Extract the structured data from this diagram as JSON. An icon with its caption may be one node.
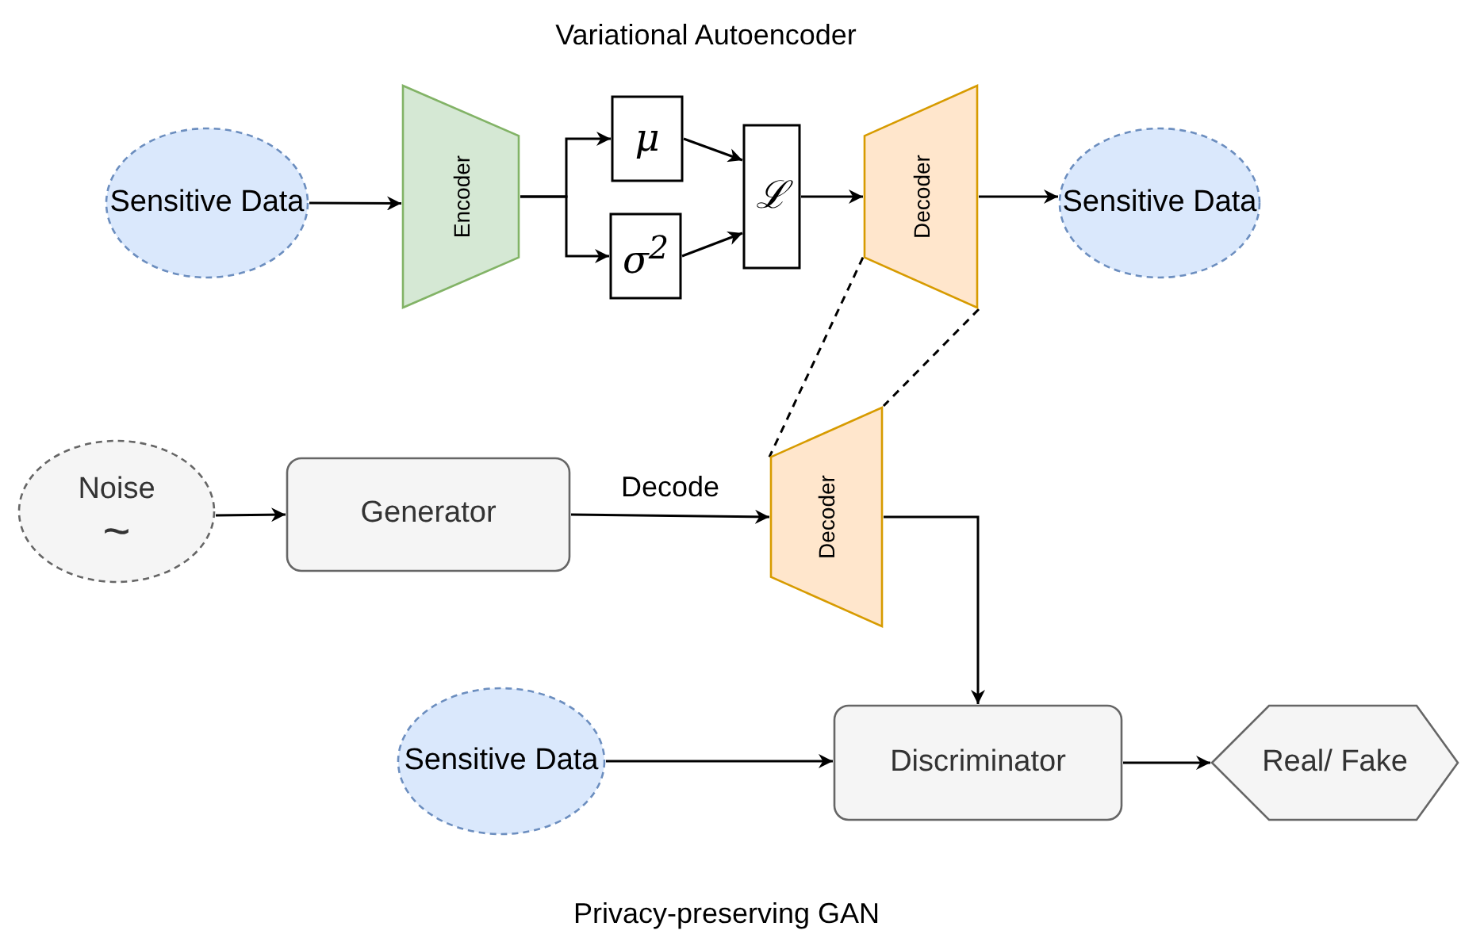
{
  "diagram": {
    "title": "Variational Autoencoder",
    "caption": "Privacy-preserving GAN",
    "nodes": [
      {
        "text": [
          "Sensitive Data"
        ]
      },
      {
        "text": [
          "Encoder"
        ]
      },
      {
        "text": [
          "μ"
        ]
      },
      {
        "text": [
          "σ$^{2}$"
        ]
      },
      {
        "text": [
          "ℒ"
        ]
      },
      {
        "text": [
          "Decoder"
        ]
      },
      {
        "text": [
          "Sensitive Data"
        ]
      },
      {
        "text": [
          "Noise",
          "~"
        ]
      },
      {
        "text": [
          "Generator"
        ]
      },
      {
        "text": [
          "Decoder"
        ]
      },
      {
        "text": [
          "Sensitive Data"
        ]
      },
      {
        "text": [
          "Discriminator"
        ]
      },
      {
        "text": [
          "Real/ Fake"
        ]
      }
    ],
    "edges": [
      {
        "from": 0,
        "to": 1,
        "arrow": "to"
      },
      {
        "from": 1,
        "to": 2,
        "arrow": "to"
      },
      {
        "from": 1,
        "to": 3,
        "arrow": "to"
      },
      {
        "from": 2,
        "to": 4,
        "arrow": "to"
      },
      {
        "from": 3,
        "to": 4,
        "arrow": "to"
      },
      {
        "from": 4,
        "to": 5,
        "arrow": "to"
      },
      {
        "from": 5,
        "to": 6,
        "arrow": "to"
      },
      {
        "from": 5,
        "to": 9,
        "arrow": "none",
        "style": "dashed"
      },
      {
        "from": 5,
        "to": 9,
        "arrow": "none",
        "style": "dashed"
      },
      {
        "from": 7,
        "to": 8,
        "arrow": "to"
      },
      {
        "from": 8,
        "to": 9,
        "arrow": "to",
        "label": "Decode"
      },
      {
        "from": 9,
        "to": 11,
        "arrow": "to"
      },
      {
        "from": 10,
        "to": 11,
        "arrow": "to"
      },
      {
        "from": 11,
        "to": 12,
        "arrow": "to"
      }
    ]
  }
}
